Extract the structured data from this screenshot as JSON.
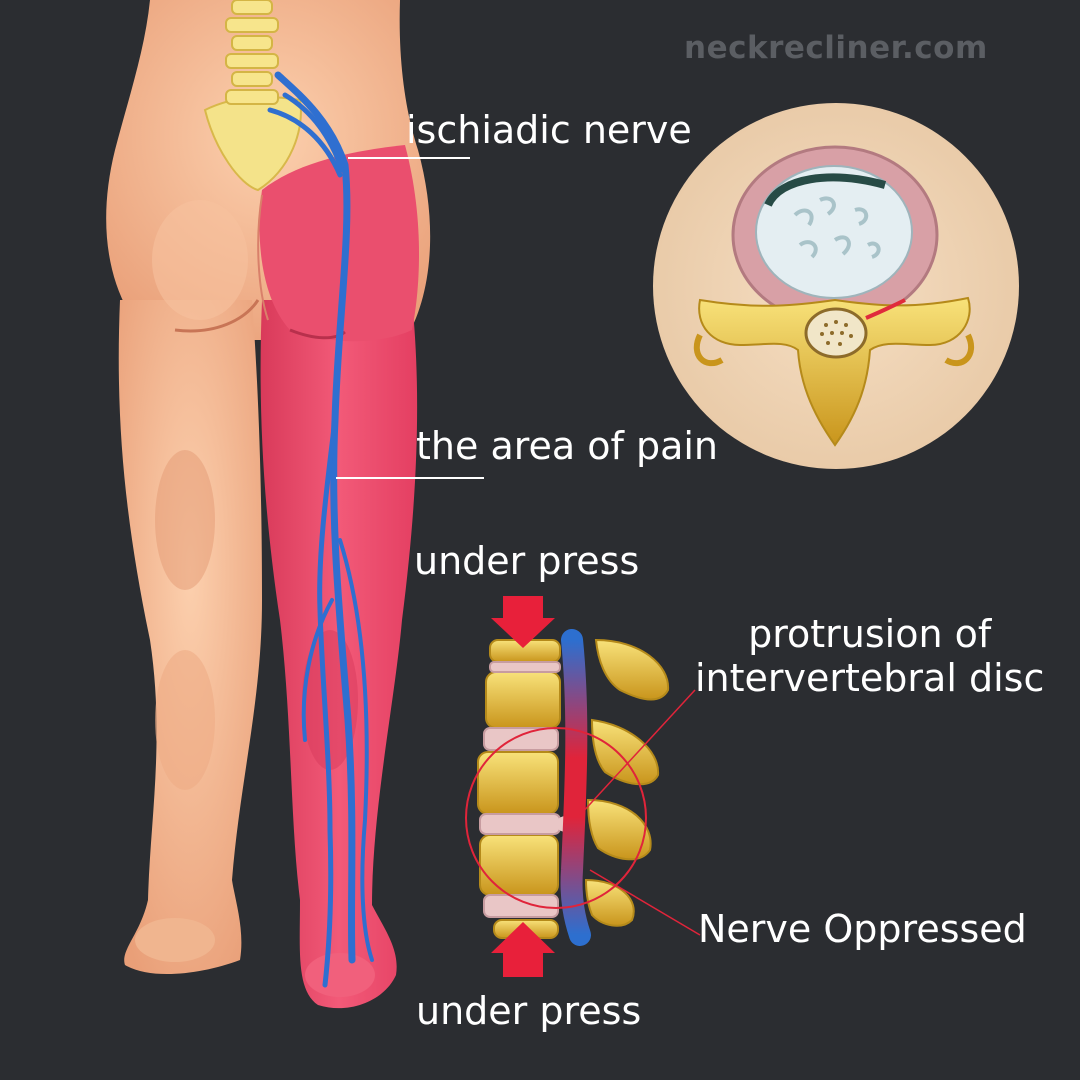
{
  "watermark": "neckrecliner.com",
  "labels": {
    "ischiadic_nerve": "ischiadic nerve",
    "area_of_pain": "the area of pain",
    "under_press_top": "under press",
    "protrusion_line1": "protrusion of",
    "protrusion_line2": "intervertebral disc",
    "nerve_oppressed": "Nerve Oppressed",
    "under_press_bottom": "under press"
  },
  "colors": {
    "background": "#2b2d31",
    "skin": "#f4b48e",
    "pain_area": "#ee4a6a",
    "nerve": "#2f6fd0",
    "bone": "#e9c25a",
    "pressure_arrow": "#e8203a",
    "label_text": "#ffffff"
  }
}
